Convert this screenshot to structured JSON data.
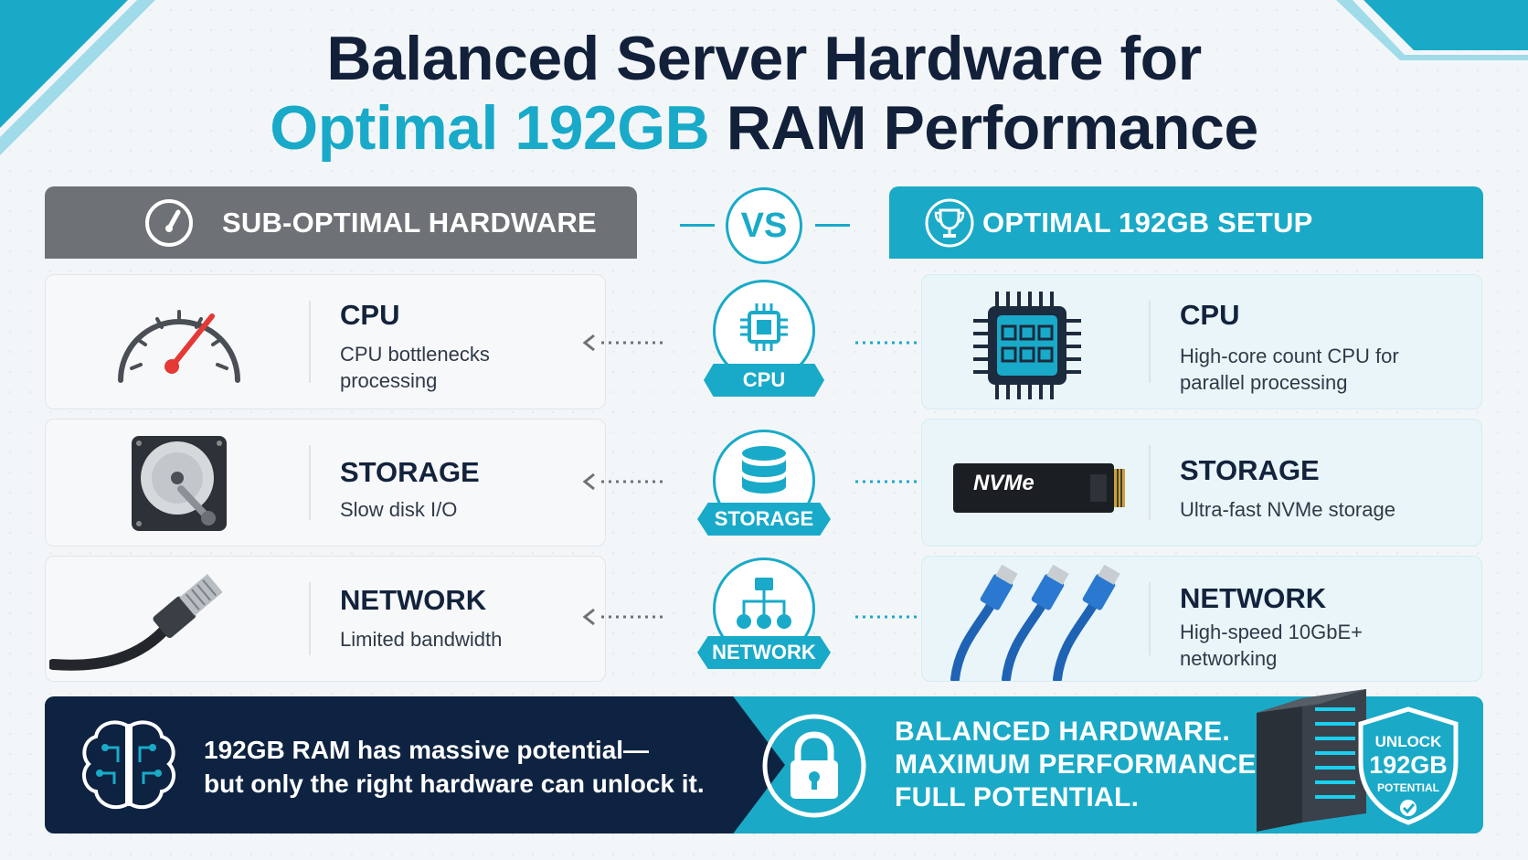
{
  "title": {
    "line1": "Balanced Server Hardware for",
    "line2_accent": "Optimal 192GB",
    "line2_rest": "RAM Performance"
  },
  "left_header": {
    "label": "SUB-OPTIMAL HARDWARE",
    "icon": "speedometer-icon"
  },
  "right_header": {
    "label": "OPTIMAL 192GB SETUP",
    "icon": "trophy-icon"
  },
  "vs_label": "VS",
  "rows": [
    {
      "center_label": "CPU",
      "left": {
        "title": "CPU",
        "desc": "CPU bottlenecks processing",
        "icon": "gauge-icon"
      },
      "right": {
        "title": "CPU",
        "desc": "High-core count CPU for parallel processing",
        "icon": "cpu-chip-icon"
      }
    },
    {
      "center_label": "STORAGE",
      "left": {
        "title": "STORAGE",
        "desc": "Slow disk I/O",
        "icon": "hard-disk-icon"
      },
      "right": {
        "title": "STORAGE",
        "desc": "Ultra-fast NVMe storage",
        "icon": "nvme-drive-icon",
        "badge": "NVMe"
      }
    },
    {
      "center_label": "NETWORK",
      "left": {
        "title": "NETWORK",
        "desc": "Limited bandwidth",
        "icon": "ethernet-cable-icon"
      },
      "right": {
        "title": "NETWORK",
        "desc": "High-speed 10GbE+ networking",
        "icon": "ethernet-cables-icon"
      }
    }
  ],
  "footer": {
    "left_line1": "192GB RAM has massive potential—",
    "left_line2": "but only the right hardware can unlock it.",
    "right_line1": "BALANCED HARDWARE.",
    "right_line2": "MAXIMUM PERFORMANCE.",
    "right_line3": "FULL POTENTIAL.",
    "shield_line1": "UNLOCK",
    "shield_line2": "192GB",
    "shield_line3": "POTENTIAL"
  },
  "colors": {
    "accent": "#19aac9",
    "navy": "#0e2341",
    "grey_header": "#6e7276"
  }
}
